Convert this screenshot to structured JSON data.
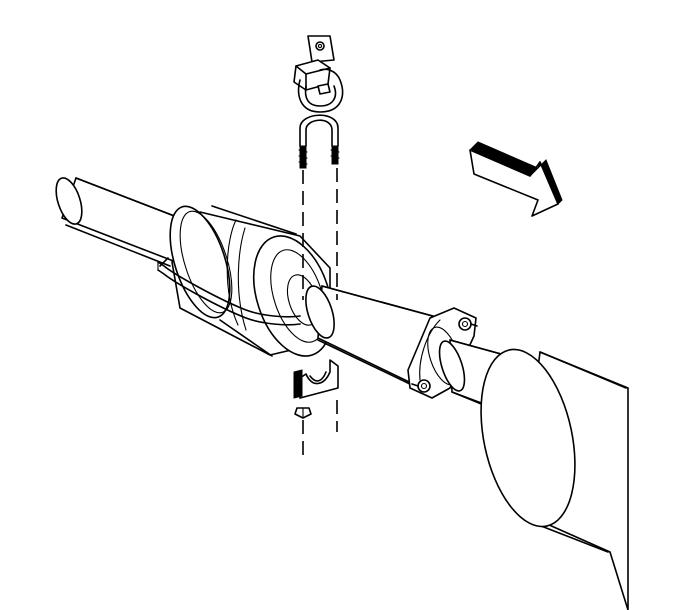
{
  "diagram": {
    "kind": "exhaust-system-line-drawing",
    "components": [
      {
        "id": "intermediate-pipe-front",
        "icon": "pipe-icon"
      },
      {
        "id": "catalytic-converter",
        "icon": "converter-icon"
      },
      {
        "id": "converter-hanger-strap",
        "icon": "strap-icon"
      },
      {
        "id": "hanger-insulator",
        "icon": "rubber-insulator-icon"
      },
      {
        "id": "u-bolt",
        "icon": "u-bolt-icon"
      },
      {
        "id": "lower-bracket",
        "icon": "bracket-icon"
      },
      {
        "id": "nut",
        "icon": "nut-icon"
      },
      {
        "id": "flange-joint",
        "icon": "flange-icon"
      },
      {
        "id": "muffler",
        "icon": "muffler-icon"
      },
      {
        "id": "front-direction-arrow",
        "icon": "arrow-icon"
      }
    ],
    "colors": {
      "line": "#000000",
      "background": "#ffffff"
    }
  }
}
